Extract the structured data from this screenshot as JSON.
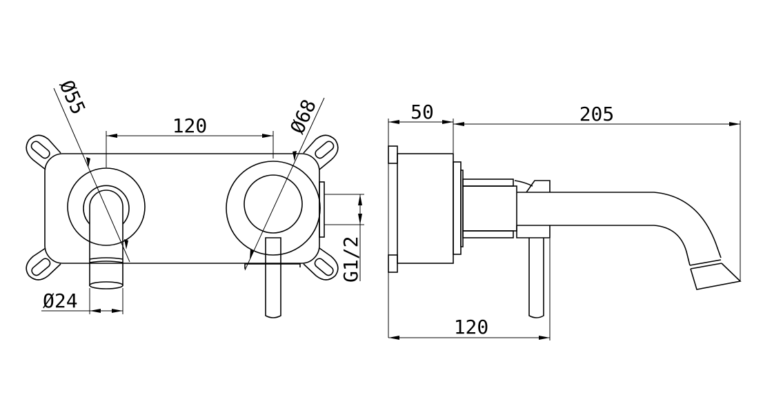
{
  "front_view": {
    "dim_spacing": "120",
    "dim_rosette": "Ø55",
    "dim_handle": "Ø68",
    "dim_spout": "Ø24",
    "dim_thread": "G1/2"
  },
  "side_view": {
    "dim_depth": "50",
    "dim_projection": "205",
    "dim_lever": "120"
  },
  "colors": {
    "line": "#000000",
    "background": "#ffffff"
  }
}
